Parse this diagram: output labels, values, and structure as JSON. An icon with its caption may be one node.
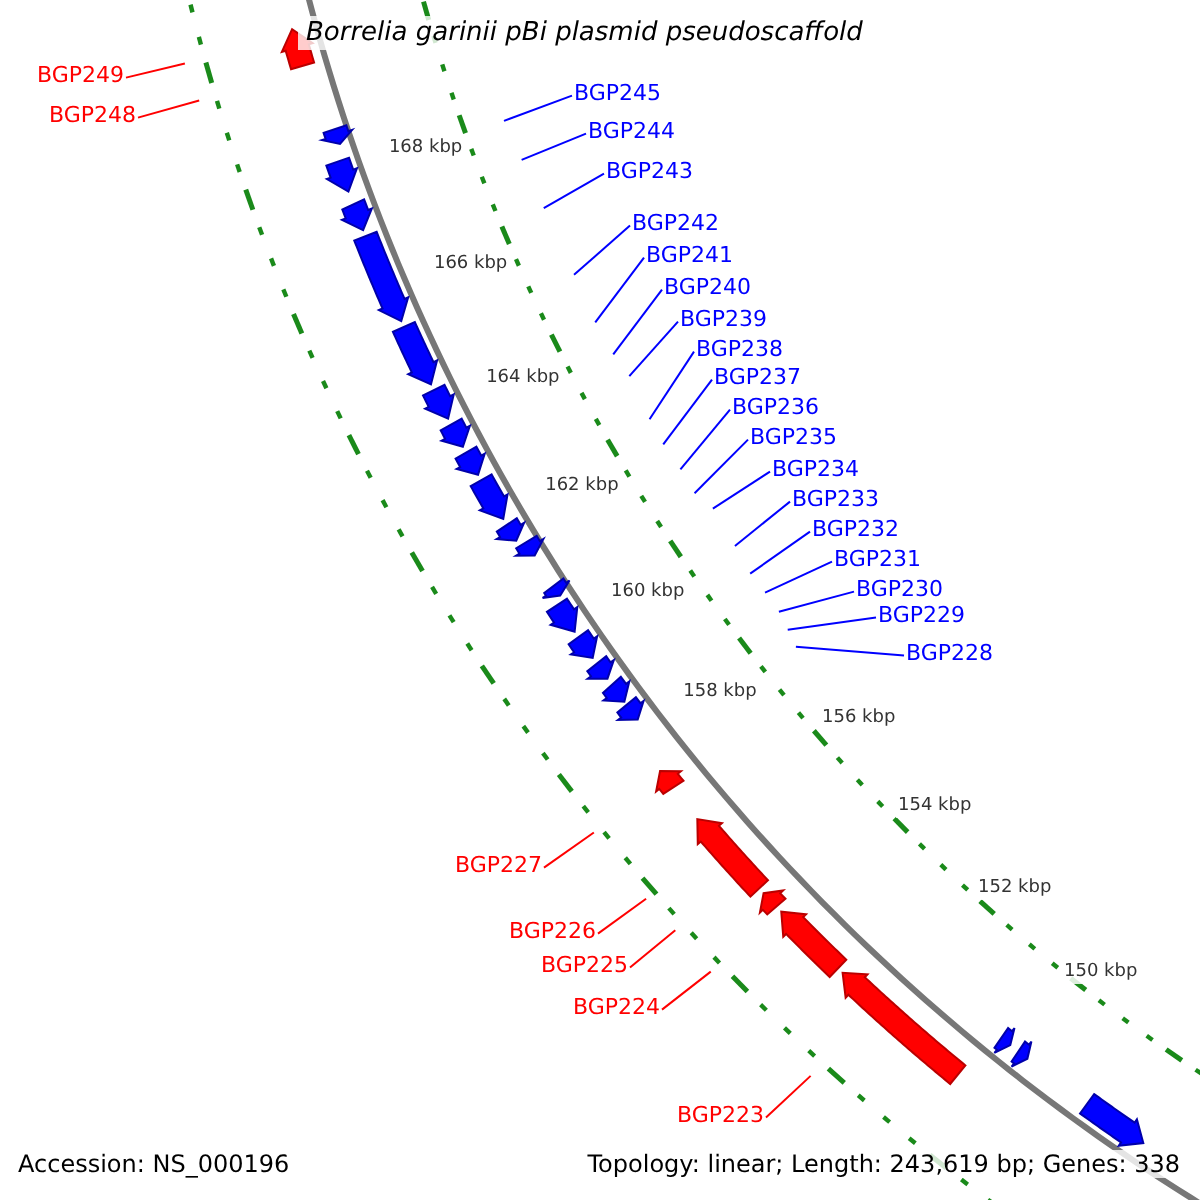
{
  "diagram": {
    "title": "Borrelia garinii pBi plasmid pseudoscaffold",
    "nodes": [
      {
        "text": [
          "BGP249"
        ]
      },
      {
        "text": [
          "BGP248"
        ]
      },
      {
        "text": [
          "BGP245"
        ]
      },
      {
        "text": [
          "BGP244"
        ]
      },
      {
        "text": [
          "BGP243"
        ]
      },
      {
        "text": [
          "BGP242"
        ]
      },
      {
        "text": [
          "BGP241"
        ]
      },
      {
        "text": [
          "BGP240"
        ]
      },
      {
        "text": [
          "BGP239"
        ]
      },
      {
        "text": [
          "BGP238"
        ]
      },
      {
        "text": [
          "BGP237"
        ]
      },
      {
        "text": [
          "BGP236"
        ]
      },
      {
        "text": [
          "BGP235"
        ]
      },
      {
        "text": [
          "BGP234"
        ]
      },
      {
        "text": [
          "BGP233"
        ]
      },
      {
        "text": [
          "BGP232"
        ]
      },
      {
        "text": [
          "BGP231"
        ]
      },
      {
        "text": [
          "BGP230"
        ]
      },
      {
        "text": [
          "BGP229"
        ]
      },
      {
        "text": [
          "BGP228"
        ]
      },
      {
        "text": [
          "BGP227"
        ]
      },
      {
        "text": [
          "BGP226"
        ]
      },
      {
        "text": [
          "BGP225"
        ]
      },
      {
        "text": [
          "BGP224"
        ]
      },
      {
        "text": [
          "BGP223"
        ]
      }
    ],
    "edges": [
      {
        "from": 0,
        "to": null,
        "arrow": "none",
        "color": "#ff0000"
      },
      {
        "from": 1,
        "to": null,
        "arrow": "none",
        "color": "#ff0000"
      },
      {
        "from": 2,
        "to": null,
        "arrow": "none"
      },
      {
        "from": 3,
        "to": null,
        "arrow": "none"
      },
      {
        "from": 4,
        "to": null,
        "arrow": "none"
      },
      {
        "from": 5,
        "to": null,
        "arrow": "none"
      },
      {
        "from": 6,
        "to": null,
        "arrow": "none"
      },
      {
        "from": 7,
        "to": null,
        "arrow": "none"
      },
      {
        "from": 8,
        "to": null,
        "arrow": "none"
      },
      {
        "from": 9,
        "to": null,
        "arrow": "none"
      },
      {
        "from": 10,
        "to": null,
        "arrow": "none"
      },
      {
        "from": 11,
        "to": null,
        "arrow": "none"
      },
      {
        "from": 12,
        "to": null,
        "arrow": "none"
      },
      {
        "from": 13,
        "to": null,
        "arrow": "none"
      },
      {
        "from": 14,
        "to": null,
        "arrow": "none"
      },
      {
        "from": 15,
        "to": null,
        "arrow": "none"
      },
      {
        "from": 16,
        "to": null,
        "arrow": "none"
      },
      {
        "from": 17,
        "to": null,
        "arrow": "none"
      },
      {
        "from": 18,
        "to": null,
        "arrow": "none"
      },
      {
        "from": 19,
        "to": null,
        "arrow": "none"
      },
      {
        "from": 20,
        "to": null,
        "arrow": "none",
        "color": "#ff0000"
      },
      {
        "from": 21,
        "to": null,
        "arrow": "none",
        "color": "#ff0000"
      },
      {
        "from": 22,
        "to": null,
        "arrow": "none",
        "color": "#ff0000"
      },
      {
        "from": 23,
        "to": null,
        "arrow": "none",
        "color": "#ff0000"
      },
      {
        "from": 24,
        "to": null,
        "arrow": "none",
        "color": "#ff0000"
      }
    ],
    "labels": [
      "168 kbp",
      "166 kbp",
      "164 kbp",
      "162 kbp",
      "160 kbp",
      "158 kbp",
      "156 kbp",
      "154 kbp",
      "152 kbp",
      "150 kbp",
      "Accession: NS_000196",
      "Topology: linear; Length: 243,619 bp; Genes: 338"
    ]
  }
}
